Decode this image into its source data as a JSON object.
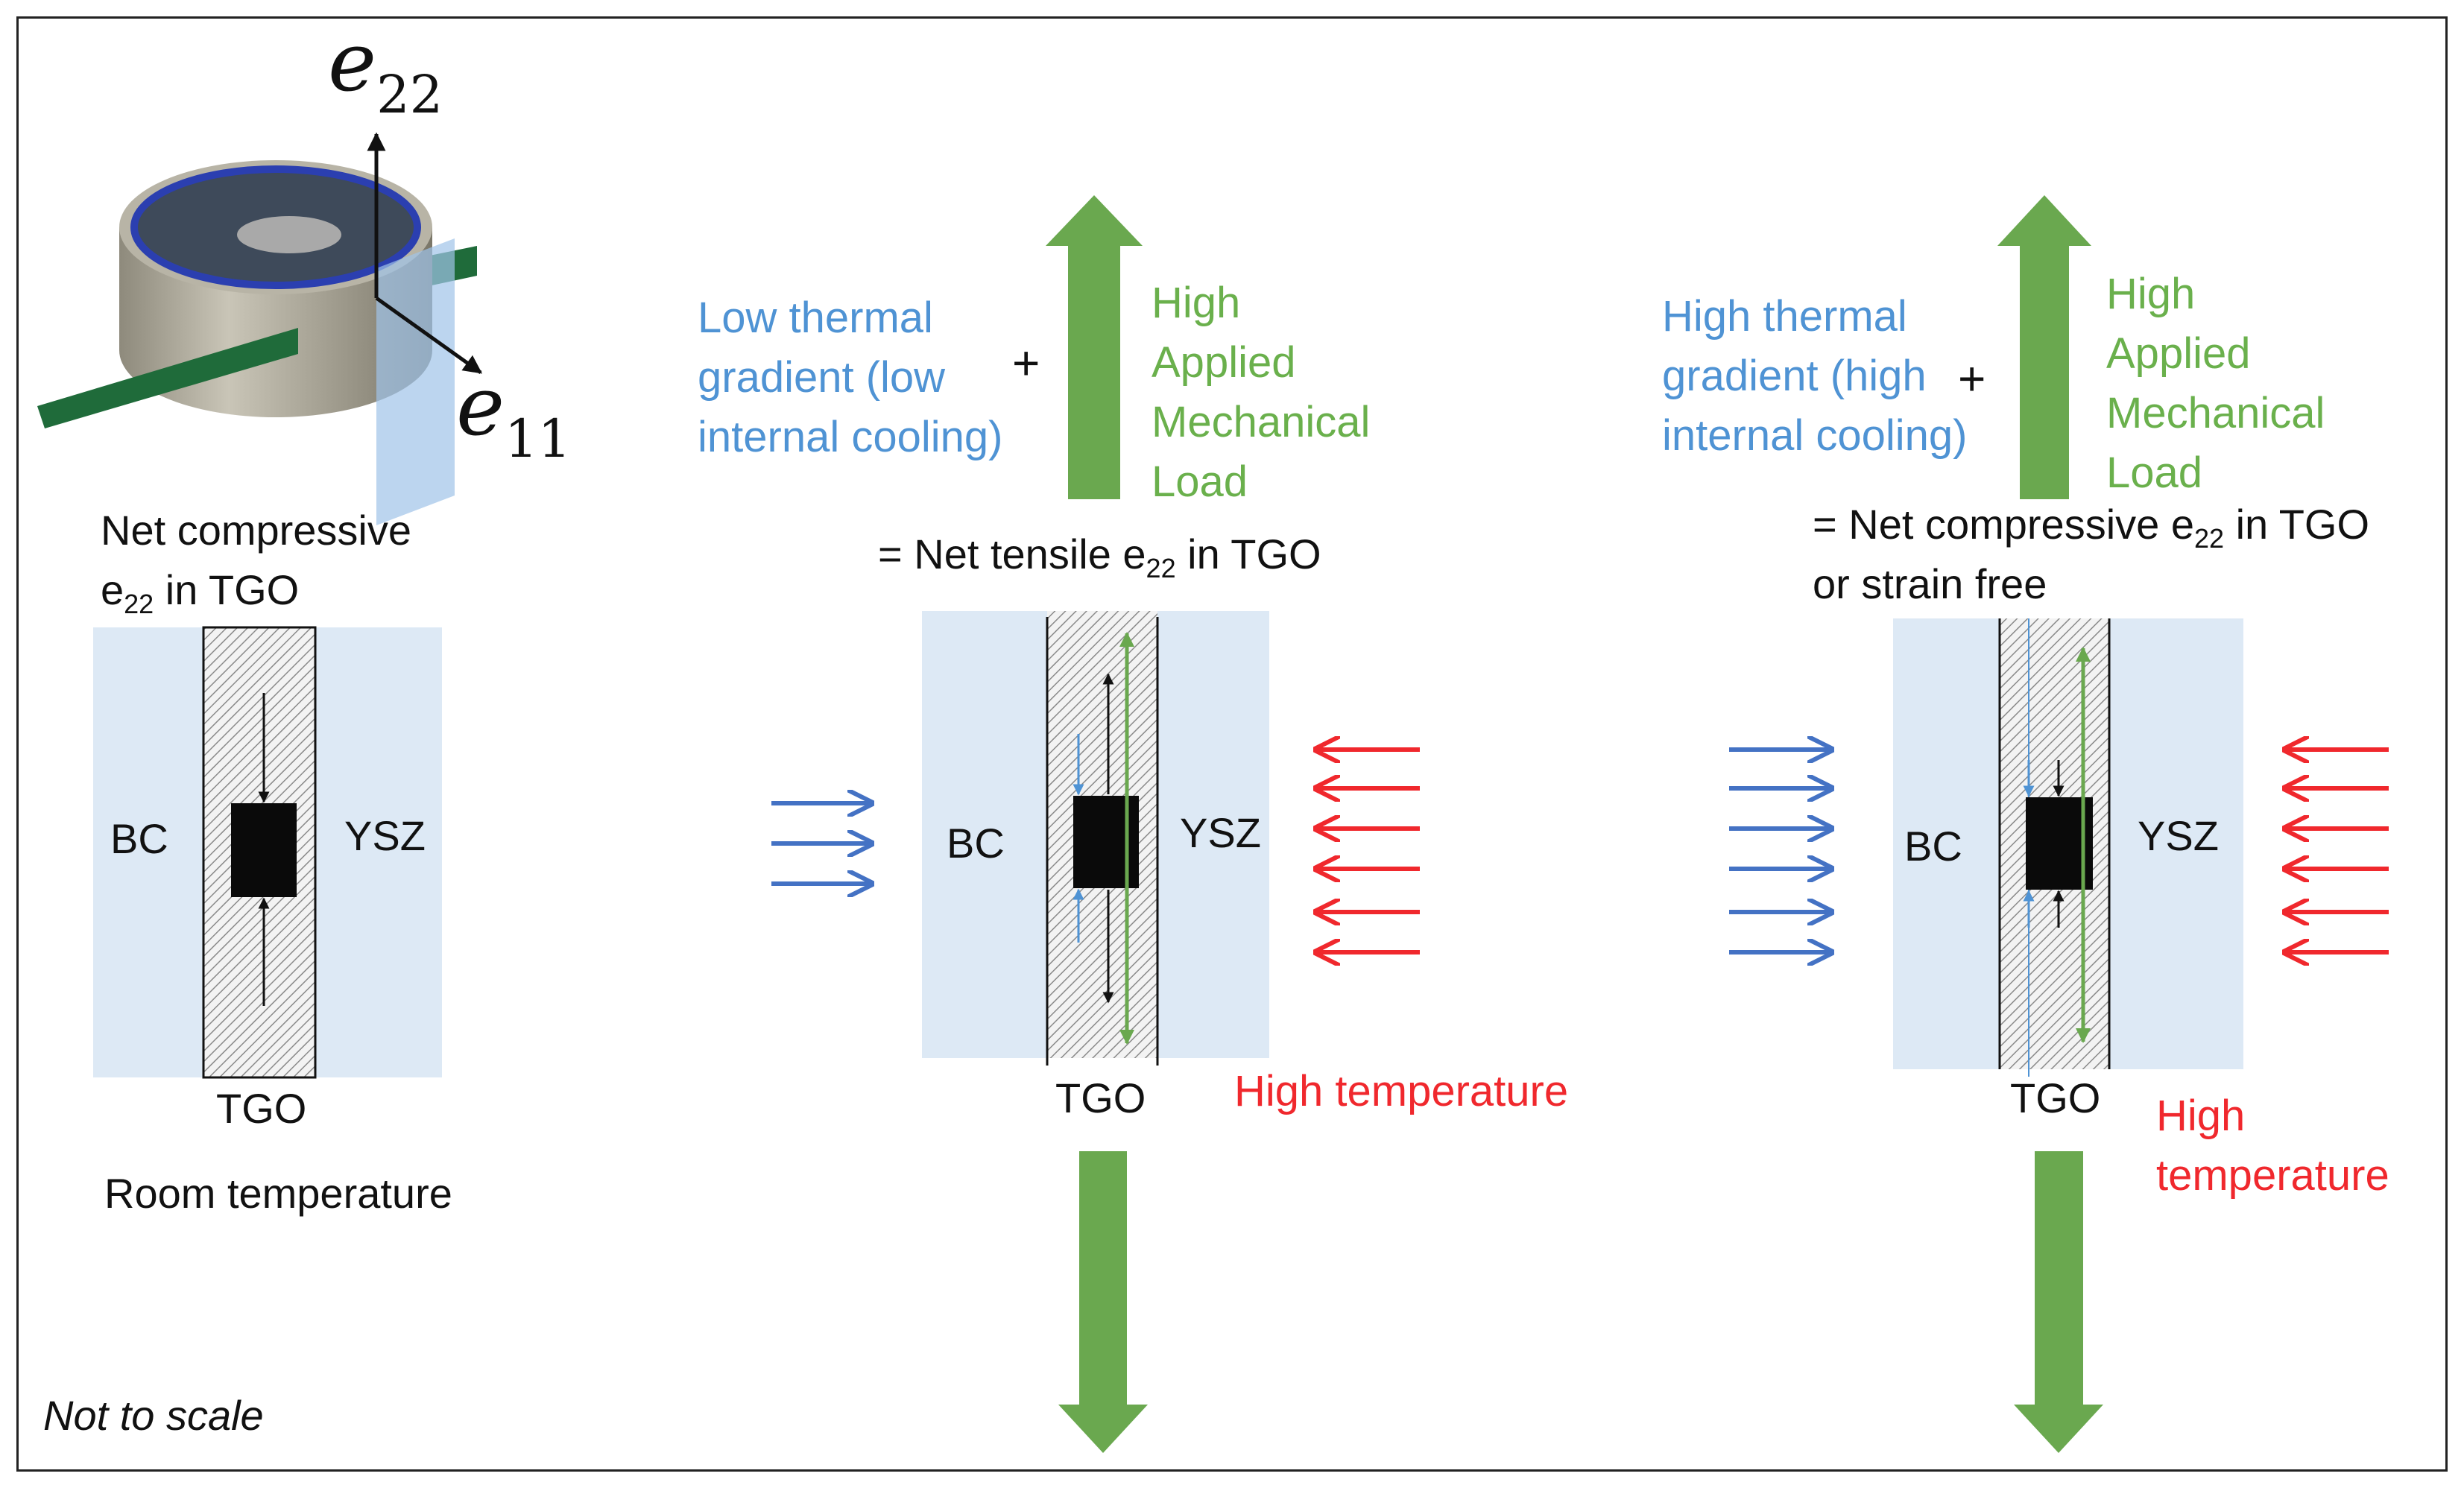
{
  "axes": {
    "e22_base": "e",
    "e22_sub": "22",
    "e11_base": "e",
    "e11_sub": "11"
  },
  "panel_left": {
    "caption_line1": "Net compressive",
    "caption_line2_pre": "e",
    "caption_line2_sub": "22",
    "caption_line2_post": " in TGO",
    "bc": "BC",
    "ysz": "YSZ",
    "tgo": "TGO",
    "temperature": "Room temperature"
  },
  "panel_middle": {
    "gradient_lines": [
      "Low thermal",
      "gradient (low",
      "internal cooling)"
    ],
    "plus": "+",
    "load_lines": [
      "High",
      "Applied",
      "Mechanical",
      "Load"
    ],
    "result_pre": "= Net tensile e",
    "result_sub": "22",
    "result_post": " in TGO",
    "bc": "BC",
    "ysz": "YSZ",
    "tgo": "TGO",
    "temperature": "High temperature"
  },
  "panel_right": {
    "gradient_lines": [
      "High thermal",
      "gradient (high",
      "internal cooling)"
    ],
    "plus": "+",
    "load_lines": [
      "High",
      "Applied",
      "Mechanical",
      "Load"
    ],
    "result_pre": "= Net compressive e",
    "result_sub": "22",
    "result_post": " in TGO",
    "result_line2": "or strain free",
    "bc": "BC",
    "ysz": "YSZ",
    "tgo": "TGO",
    "temperature_line1": "High",
    "temperature_line2": "temperature"
  },
  "footnote": "Not to scale",
  "colors": {
    "layer_fill": "#dde9f5",
    "green": "#6aa84f",
    "blue_arrow": "#4472c4",
    "red_arrow": "#f0282d",
    "blue_text": "#4f93d4",
    "green_text": "#6ab04c"
  }
}
